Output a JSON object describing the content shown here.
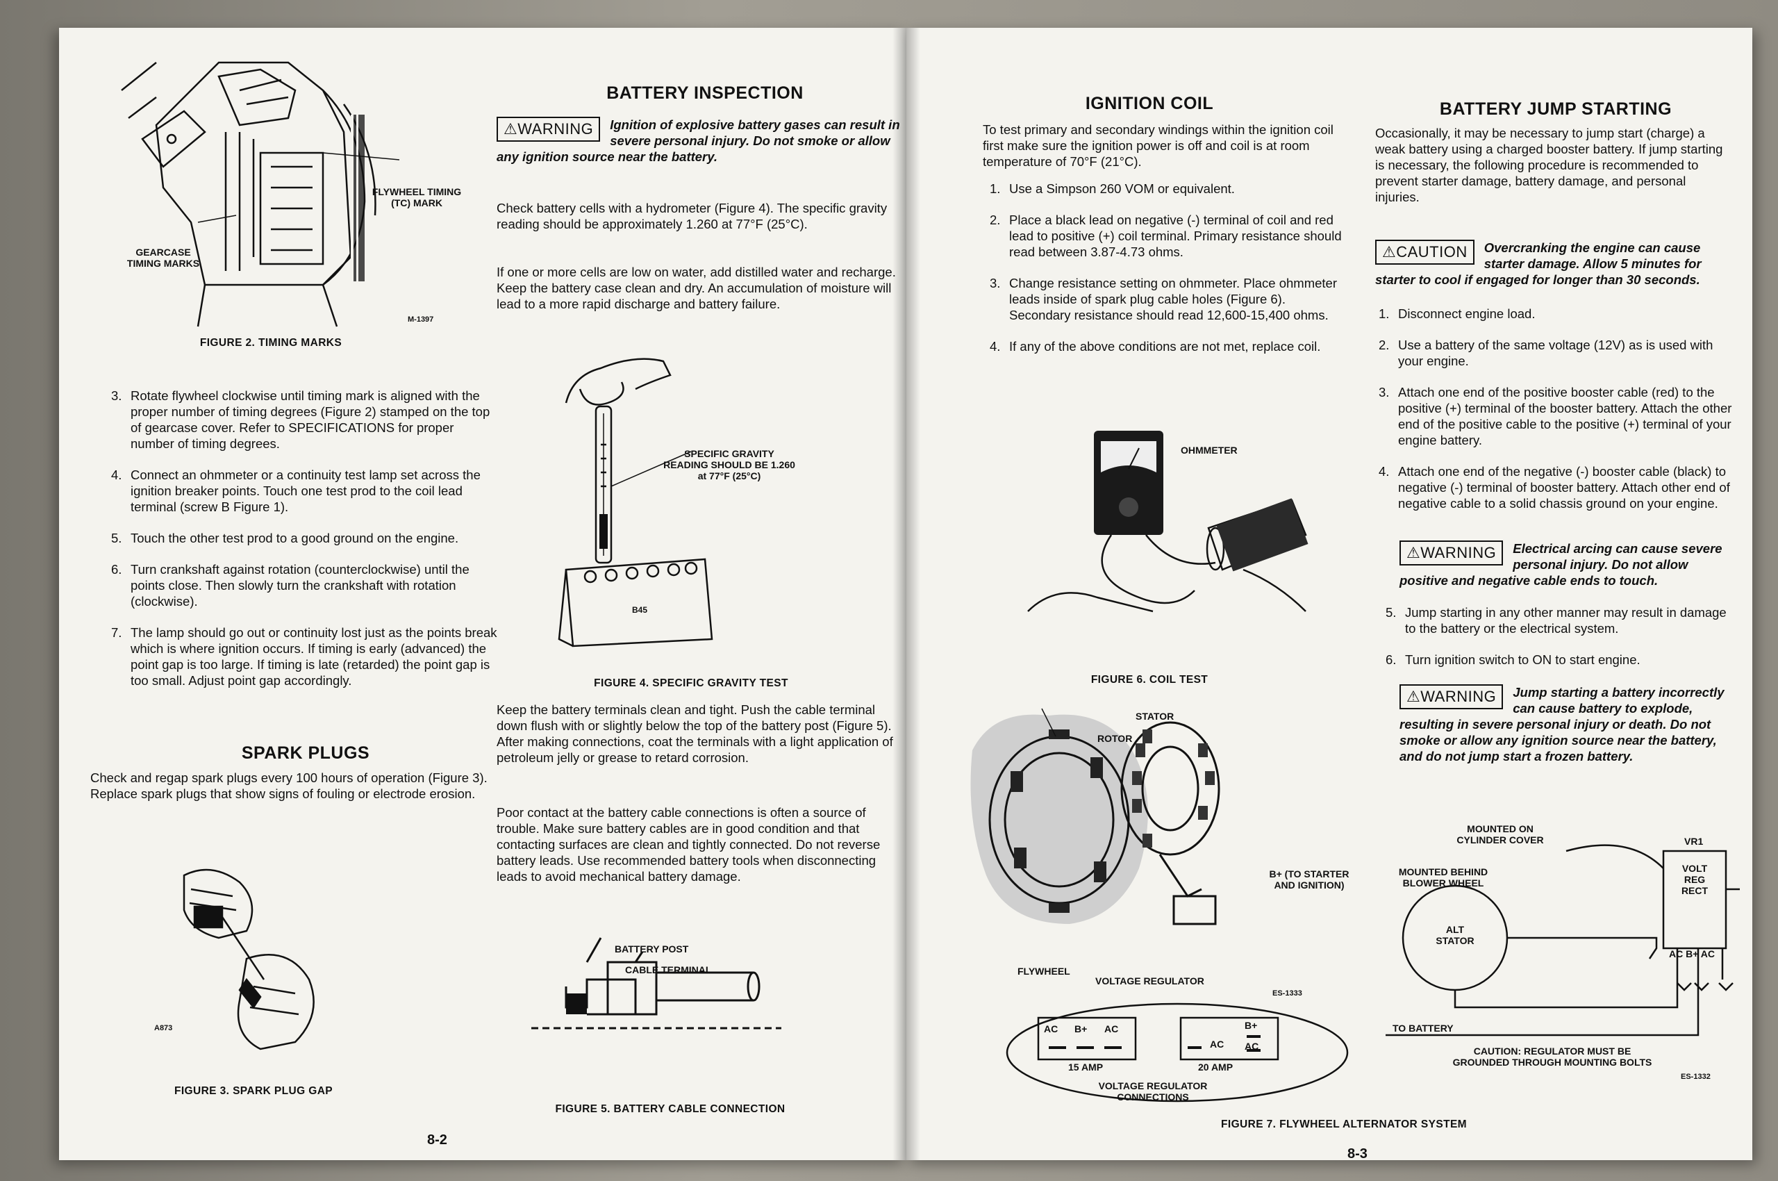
{
  "left_page": {
    "page_number": "8-2",
    "fig2": {
      "caption": "FIGURE  2.  TIMING MARKS",
      "label_flywheel": "FLYWHEEL TIMING (TC) MARK",
      "label_gearcase": "GEARCASE TIMING MARKS",
      "code": "M-1397"
    },
    "steps_a": [
      {
        "num": "3.",
        "text": "Rotate flywheel clockwise until timing mark is aligned with the proper number of timing degrees (Figure 2) stamped on the top of gearcase cover. Refer to SPECIFICATIONS for proper number of timing degrees."
      },
      {
        "num": "4.",
        "text": "Connect an ohmmeter or a continuity test lamp set across the ignition breaker points. Touch one test prod to the coil lead terminal (screw B Figure 1)."
      },
      {
        "num": "5.",
        "text": "Touch the other test prod to a good ground on the engine."
      },
      {
        "num": "6.",
        "text": "Turn crankshaft against rotation (counterclockwise) until the points close. Then slowly turn the crankshaft with rotation (clockwise)."
      },
      {
        "num": "7.",
        "text": "The lamp should go out or continuity lost just as the points break which is where ignition occurs. If timing is early (advanced) the point gap is too large. If timing is late (retarded) the point gap is too small. Adjust point gap accordingly."
      }
    ],
    "spark_plugs": {
      "heading": "SPARK PLUGS",
      "text": "Check and regap spark plugs every 100 hours of operation (Figure 3). Replace spark plugs that show signs of fouling or electrode erosion."
    },
    "fig3": {
      "caption": "FIGURE  3.  SPARK PLUG GAP",
      "code": "A873"
    },
    "battery_inspection": {
      "heading": "BATTERY INSPECTION",
      "warning_label": "⚠WARNING",
      "warning_text": "Ignition of explosive battery gases can result in severe personal injury. Do not smoke or allow any ignition source near the battery.",
      "para1": "Check battery cells with a hydrometer (Figure 4). The specific gravity reading should be approximately 1.260 at 77°F (25°C).",
      "para2": "If one or more cells are low on water, add distilled water and recharge. Keep the battery case clean and dry. An accumulation of moisture will lead to a more rapid discharge and battery failure.",
      "para3": "Keep the battery terminals clean and tight. Push the cable terminal down flush with or slightly below the top of the battery post (Figure 5). After making connections, coat the terminals with a light application of petroleum jelly or grease to retard corrosion.",
      "para4": "Poor contact at the battery cable connections is often a source of trouble. Make sure battery cables are in good condition and that contacting surfaces are clean and tightly connected. Do not reverse battery leads. Use recommended battery tools when disconnecting leads to avoid mechanical battery damage."
    },
    "fig4": {
      "caption": "FIGURE  4.  SPECIFIC GRAVITY TEST",
      "label": "SPECIFIC GRAVITY READING SHOULD BE 1.260 at 77°F (25°C)",
      "code": "B45"
    },
    "fig5": {
      "caption": "FIGURE  5.  BATTERY CABLE CONNECTION",
      "label_post": "BATTERY POST",
      "label_terminal": "CABLE TERMINAL"
    }
  },
  "right_page": {
    "page_number": "8-3",
    "ignition_coil": {
      "heading": "IGNITION COIL",
      "intro": "To test primary and secondary windings within the ignition coil first make sure the ignition power is off and coil is at room temperature of 70°F (21°C).",
      "steps": [
        {
          "num": "1.",
          "text": "Use a Simpson 260 VOM or equivalent."
        },
        {
          "num": "2.",
          "text": "Place a black lead on negative (-) terminal of coil and red lead to positive (+) coil terminal. Primary resistance should read between 3.87-4.73 ohms."
        },
        {
          "num": "3.",
          "text": "Change resistance setting on ohmmeter. Place ohmmeter leads inside of spark plug cable holes (Figure 6). Secondary resistance should read 12,600-15,400 ohms."
        },
        {
          "num": "4.",
          "text": "If any of the above conditions are not met, replace coil."
        }
      ]
    },
    "fig6": {
      "caption": "FIGURE  6.  COIL TEST",
      "label": "OHMMETER"
    },
    "fig7": {
      "caption": "FIGURE  7.  FLYWHEEL ALTERNATOR SYSTEM",
      "stator": "STATOR",
      "rotor": "ROTOR",
      "flywheel": "FLYWHEEL",
      "voltage_regulator": "VOLTAGE REGULATOR",
      "b_plus": "B+ (TO STARTER AND IGNITION)",
      "code_a": "ES-1333",
      "conn_title": "VOLTAGE REGULATOR CONNECTIONS",
      "amp15": "15 AMP",
      "amp20": "20 AMP",
      "ac": "AC",
      "bplus_short": "B+",
      "mounted_cover": "MOUNTED ON CYLINDER COVER",
      "mounted_blower": "MOUNTED BEHIND BLOWER WHEEL",
      "vr1": "VR1",
      "volt_reg": "VOLT REG RECT",
      "alt_stator": "ALT STATOR",
      "to_battery": "TO BATTERY",
      "caution_note": "CAUTION: REGULATOR MUST BE GROUNDED THROUGH MOUNTING BOLTS",
      "code_b": "ES-1332",
      "acbac": "AC  B+  AC"
    },
    "jump": {
      "heading": "BATTERY JUMP STARTING",
      "intro": "Occasionally, it may be necessary to jump start (charge) a weak battery using a charged booster battery. If jump starting is necessary, the following procedure is recommended to prevent starter damage, battery damage, and personal injuries.",
      "caution_label": "⚠CAUTION",
      "caution_text": "Overcranking the engine can cause starter damage. Allow 5 minutes for starter to cool if engaged for longer than 30 seconds.",
      "steps_a": [
        {
          "num": "1.",
          "text": "Disconnect engine load."
        },
        {
          "num": "2.",
          "text": "Use a battery of the same voltage (12V) as is used with your engine."
        },
        {
          "num": "3.",
          "text": "Attach one end of the positive booster cable (red) to the positive (+) terminal of the booster battery. Attach the other end of the positive cable to the positive (+) terminal of your engine battery."
        },
        {
          "num": "4.",
          "text": "Attach one end of the negative (-) booster cable (black) to negative (-) terminal of booster battery. Attach other end of negative cable to a solid chassis ground on your engine."
        }
      ],
      "warning1_label": "⚠WARNING",
      "warning1_text": "Electrical arcing can cause severe personal injury. Do not allow positive and negative cable ends to touch.",
      "steps_b": [
        {
          "num": "5.",
          "text": "Jump starting in any other manner may result in damage to the battery or the electrical system."
        },
        {
          "num": "6.",
          "text": "Turn ignition switch to ON to start engine."
        }
      ],
      "warning2_label": "⚠WARNING",
      "warning2_text": "Jump starting a battery incorrectly can cause battery to explode, resulting in severe personal injury or death. Do not smoke or allow any ignition source near the battery, and do not jump start a frozen battery."
    }
  }
}
